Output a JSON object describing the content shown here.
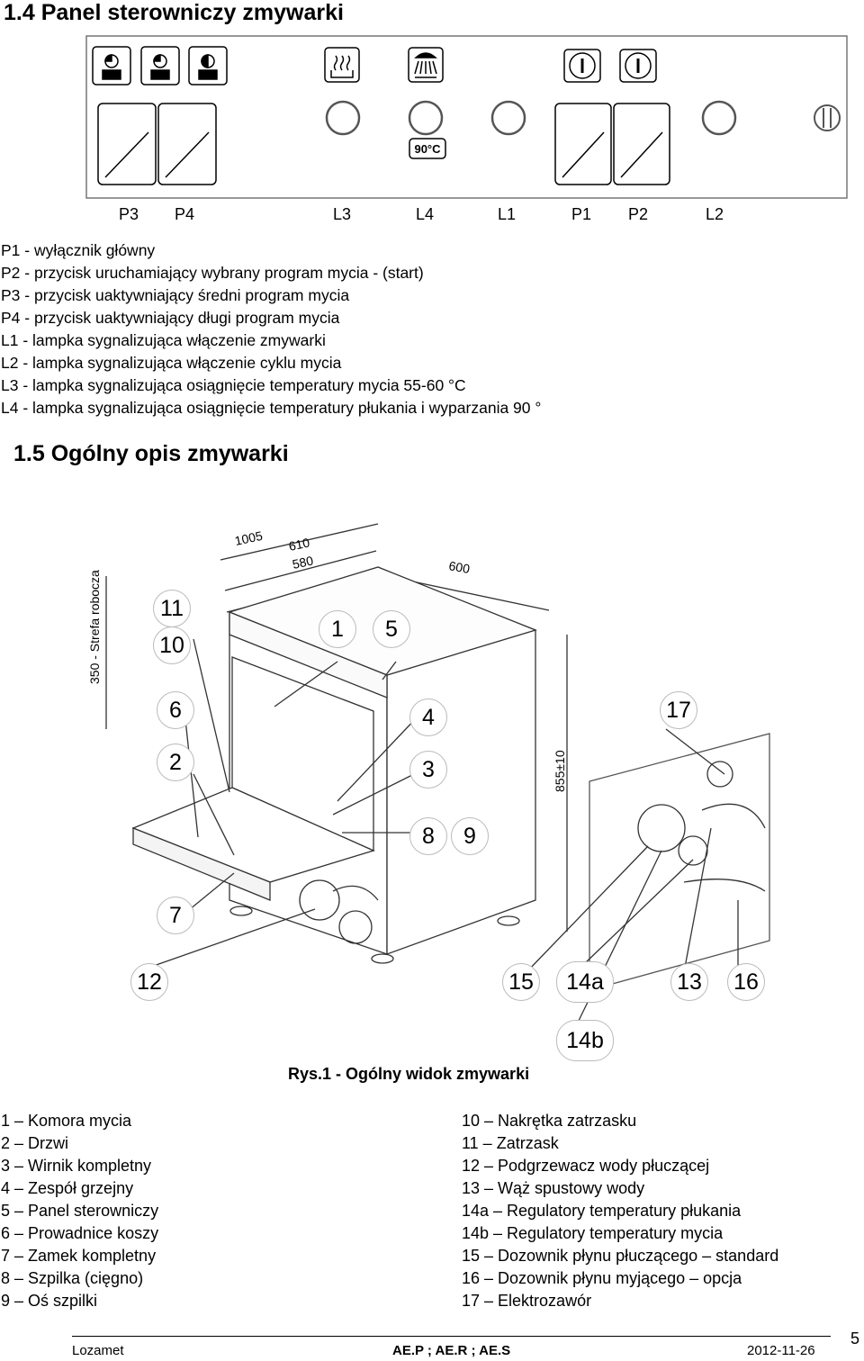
{
  "section14_title": "1.4  Panel sterowniczy zmywarki",
  "panel": {
    "badge_text": "90°C",
    "labels": [
      "P3",
      "P4",
      "L3",
      "L4",
      "L1",
      "P1",
      "P2",
      "L2"
    ]
  },
  "legend": [
    "P1 - wyłącznik główny",
    "P2 - przycisk uruchamiający wybrany program mycia - (start)",
    "P3 - przycisk uaktywniający średni program mycia",
    "P4 - przycisk uaktywniający długi program mycia",
    "L1 - lampka sygnalizująca włączenie zmywarki",
    "L2 - lampka sygnalizująca włączenie cyklu mycia",
    "L3 - lampka sygnalizująca osiągnięcie temperatury mycia 55-60 °C",
    "L4 - lampka sygnalizująca osiągnięcie temperatury płukania i wyparzania 90 °"
  ],
  "section15_title": "1.5  Ogólny opis zmywarki",
  "figure": {
    "dims": [
      "1005",
      "610",
      "580",
      "600",
      "855±10",
      "350 - Strefa robocza"
    ],
    "callouts": [
      "11",
      "10",
      "1",
      "5",
      "6",
      "4",
      "17",
      "2",
      "3",
      "8",
      "9",
      "7",
      "12",
      "15",
      "14a",
      "13",
      "16",
      "14b"
    ],
    "caption": "Rys.1 - Ogólny widok zmywarki"
  },
  "parts_left": [
    "1 – Komora mycia",
    "2 – Drzwi",
    "3 – Wirnik kompletny",
    "4 – Zespół grzejny",
    "5 – Panel sterowniczy",
    "6 – Prowadnice koszy",
    "7 – Zamek kompletny",
    "8 – Szpilka (cięgno)",
    "9 – Oś szpilki"
  ],
  "parts_right": [
    "10 – Nakrętka zatrzasku",
    "11 – Zatrzask",
    "12 – Podgrzewacz wody płuczącej",
    "13 – Wąż spustowy wody",
    "14a – Regulatory temperatury płukania",
    "14b – Regulatory temperatury mycia",
    "15 – Dozownik płynu płuczącego – standard",
    "16 – Dozownik płynu myjącego – opcja",
    "17 – Elektrozawór"
  ],
  "footer": {
    "company": "Lozamet",
    "models": "AE.P ; AE.R ; AE.S",
    "date": "2012-11-26",
    "page": "5"
  }
}
